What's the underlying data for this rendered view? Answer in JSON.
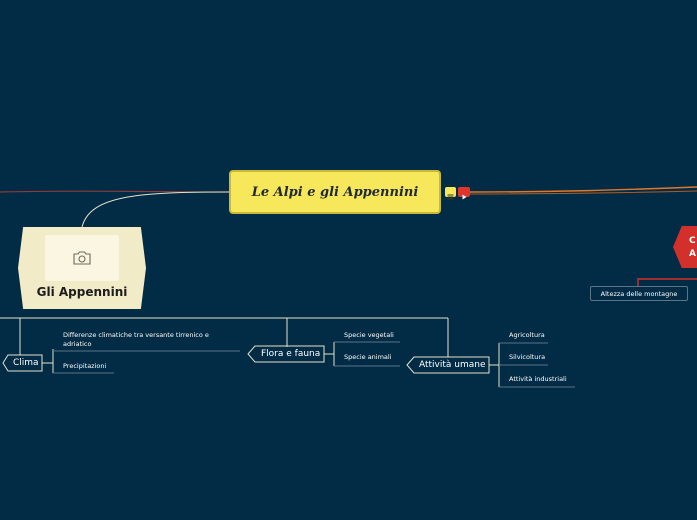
{
  "central_topic": "Le Alpi e gli Appennini",
  "main_topic": {
    "label": "Gli Appennini",
    "image_icon": "camera-icon"
  },
  "branches": {
    "clima": {
      "label": "Clima",
      "leaves": [
        "Differenze climatiche tra versante tirrenico e adriatico",
        "Precipitazioni"
      ]
    },
    "flora": {
      "label": "Flora e fauna",
      "leaves": [
        "Specie vegetali",
        "Specie animali"
      ]
    },
    "attivita": {
      "label": "Attività umane",
      "leaves": [
        "Agricoltura",
        "Silvicoltura",
        "Attività industriali"
      ]
    }
  },
  "partial_topic": {
    "text": "C\nA",
    "color": "#d4302b"
  },
  "partial_leaf": "Altezza delle montagne",
  "colors": {
    "background": "#022c46",
    "central_fill": "#f7e75a",
    "main_fill": "#f2ebc8",
    "connector_light": "#e6e2c8",
    "connector_orange": "#e0782a",
    "connector_red": "#d4302b"
  }
}
